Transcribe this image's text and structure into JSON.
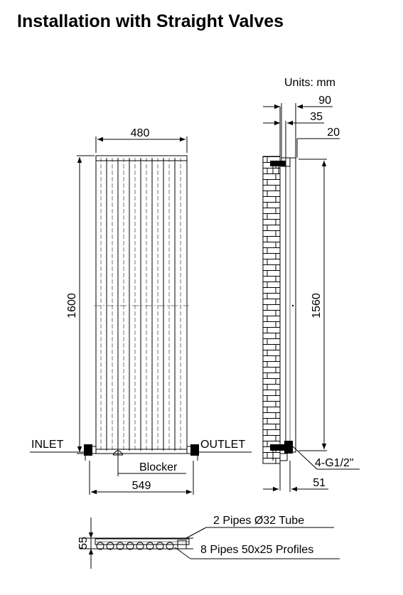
{
  "title": "Installation with Straight Valves",
  "units": "Units: mm",
  "front_view": {
    "width_label": "480",
    "height_label": "1600",
    "bottom_width_label": "549",
    "inlet_label": "INLET",
    "outlet_label": "OUTLET",
    "blocker_label": "Blocker"
  },
  "side_view": {
    "dim_90": "90",
    "dim_35": "35",
    "dim_20": "20",
    "height_label": "1560",
    "thread_label": "4-G1/2\"",
    "dim_51": "51"
  },
  "top_view": {
    "depth_label": "55",
    "pipes_label": "2 Pipes Ø32  Tube",
    "profiles_label": "8 Pipes 50x25  Profiles"
  }
}
